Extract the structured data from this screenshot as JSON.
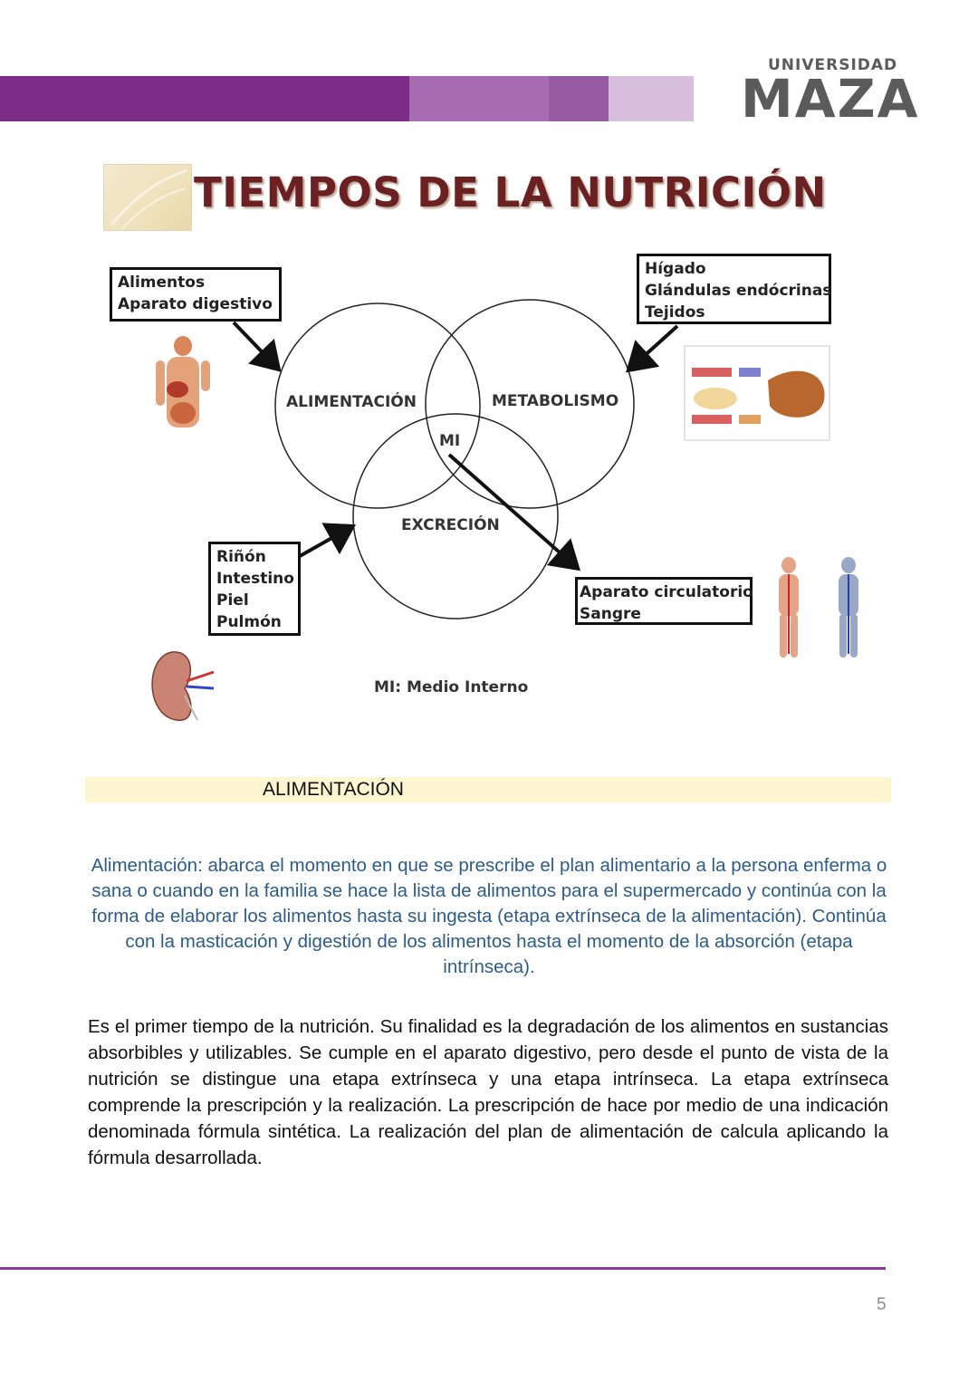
{
  "header": {
    "logo_top": "UNIVERSIDAD",
    "logo_main": "MAZA",
    "band_colors": [
      "#7c2b87",
      "#a66bb0",
      "#975aa4",
      "#d6bedc"
    ]
  },
  "title": "TIEMPOS DE LA NUTRICIÓN",
  "diagram": {
    "circles": {
      "alimentacion": "ALIMENTACIÓN",
      "metabolismo": "METABOLISMO",
      "excrecion": "EXCRECIÓN",
      "center": "MI"
    },
    "boxes": {
      "alimentos": [
        "Alimentos",
        "Aparato digestivo"
      ],
      "higado": [
        "Hígado",
        "Glándulas endócrinas",
        "Tejidos"
      ],
      "rinon": [
        "Riñón",
        "Intestino",
        "Piel",
        "Pulmón"
      ],
      "circulatorio": [
        "Aparato circulatorio",
        "Sangre"
      ]
    },
    "legend": "MI: Medio Interno"
  },
  "section": {
    "title": "ALIMENTACIÓN",
    "highlight_color": "#fdf6d0",
    "intro": "Alimentación: abarca el momento en que se prescribe el plan alimentario a la persona enferma o sana o cuando en la familia se hace la lista de alimentos para el supermercado y continúa con la forma de elaborar los alimentos hasta su ingesta (etapa extrínseca de la alimentación). Continúa con la masticación y digestión de los alimentos hasta el momento de la absorción (etapa intrínseca).",
    "body": "Es el primer tiempo de la nutrición. Su finalidad es la degradación de los alimentos en sustancias absorbibles y utilizables. Se cumple en el aparato digestivo, pero desde el punto de vista de la nutrición se distingue una etapa extrínseca y una etapa intrínseca. La etapa extrínseca comprende la prescripción y la realización. La prescripción de hace por medio de una indicación denominada fórmula sintética. La realización del plan de alimentación de calcula aplicando la fórmula desarrollada."
  },
  "footer": {
    "page_number": "5",
    "line_color": "#8a3a97"
  }
}
